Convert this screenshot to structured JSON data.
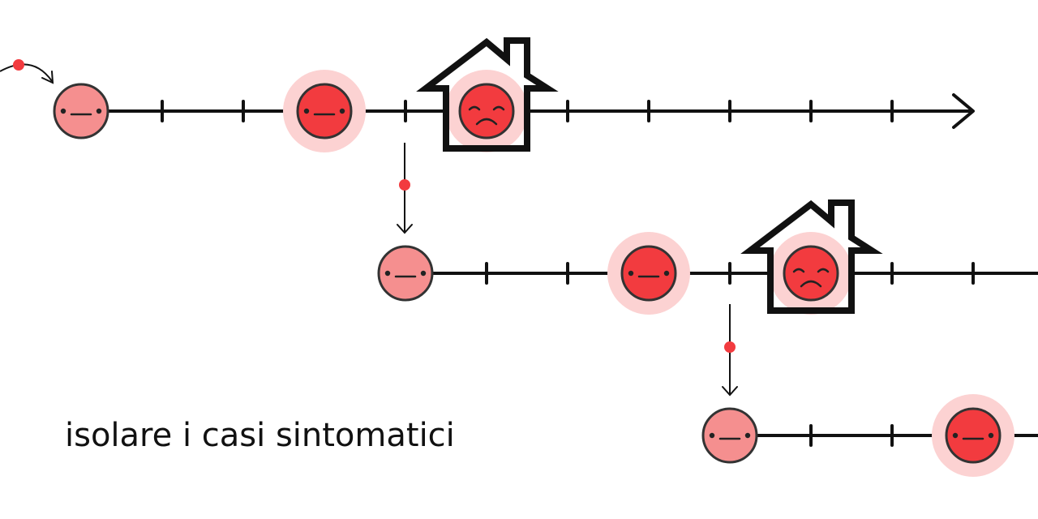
{
  "caption": "isolare i casi sintomatici",
  "colors": {
    "line": "#111111",
    "face_neutral": "#f58f8f",
    "face_sick": "#f23b3f",
    "halo": "#fcd2d2",
    "transmission_dot": "#f23b3f"
  },
  "icons": [
    "house-icon",
    "neutral-face-icon",
    "sad-face-icon",
    "arrow-icon"
  ],
  "timelines": [
    {
      "people": [
        {
          "state": "exposed",
          "face": "neutral"
        },
        {
          "state": "infectious",
          "face": "neutral"
        },
        {
          "state": "symptomatic",
          "face": "sad",
          "isolated": true
        }
      ]
    },
    {
      "people": [
        {
          "state": "exposed",
          "face": "neutral"
        },
        {
          "state": "infectious",
          "face": "neutral"
        },
        {
          "state": "symptomatic",
          "face": "sad",
          "isolated": true
        }
      ]
    },
    {
      "people": [
        {
          "state": "exposed",
          "face": "neutral"
        },
        {
          "state": "infectious",
          "face": "neutral"
        }
      ]
    }
  ]
}
